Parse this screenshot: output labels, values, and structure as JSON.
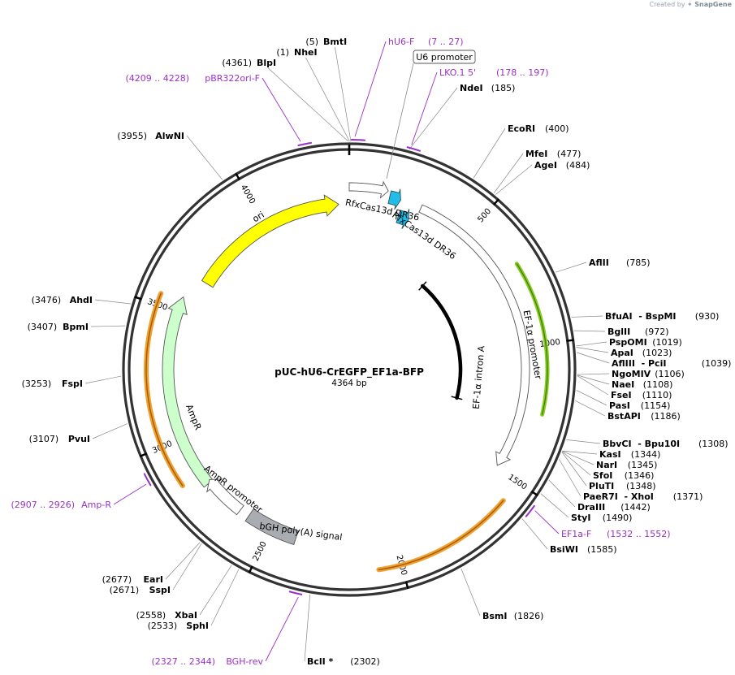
{
  "credit": {
    "prefix": "Created by",
    "brand": "SnapGene"
  },
  "map": {
    "name": "pUC-hU6-CrEGFP_EF1a-BFP",
    "length_label": "4364 bp",
    "length": 4364
  },
  "ticks": [
    {
      "pos": 500,
      "label": "500"
    },
    {
      "pos": 1000,
      "label": "1000"
    },
    {
      "pos": 1500,
      "label": "1500"
    },
    {
      "pos": 2000,
      "label": "2000"
    },
    {
      "pos": 2500,
      "label": "2500"
    },
    {
      "pos": 3000,
      "label": "3000"
    },
    {
      "pos": 3500,
      "label": "3500"
    },
    {
      "pos": 4000,
      "label": "4000"
    }
  ],
  "enzymes": [
    {
      "name": "BmtI",
      "pos": "(5)"
    },
    {
      "name": "NheI",
      "pos": "(1)"
    },
    {
      "name": "BlpI",
      "pos": "(4361)"
    },
    {
      "name": "NdeI",
      "pos": "(185)"
    },
    {
      "name": "EcoRI",
      "pos": "(400)"
    },
    {
      "name": "MfeI",
      "pos": "(477)"
    },
    {
      "name": "AgeI",
      "pos": "(484)"
    },
    {
      "name": "AflII",
      "pos": "(785)"
    },
    {
      "name": "BfuAI  - BspMI",
      "pos": "(930)"
    },
    {
      "name": "BglII",
      "pos": "(972)"
    },
    {
      "name": "PspOMI",
      "pos": "(1019)"
    },
    {
      "name": "ApaI",
      "pos": "(1023)"
    },
    {
      "name": "AflIII  - PciI",
      "pos": "(1039)"
    },
    {
      "name": "NgoMIV",
      "pos": "(1106)"
    },
    {
      "name": "NaeI",
      "pos": "(1108)"
    },
    {
      "name": "FseI",
      "pos": "(1110)"
    },
    {
      "name": "PasI",
      "pos": "(1154)"
    },
    {
      "name": "BstAPI",
      "pos": "(1186)"
    },
    {
      "name": "BbvCI  - Bpu10I",
      "pos": "(1308)"
    },
    {
      "name": "KasI",
      "pos": "(1344)"
    },
    {
      "name": "NarI",
      "pos": "(1345)"
    },
    {
      "name": "SfoI",
      "pos": "(1346)"
    },
    {
      "name": "PluTI",
      "pos": "(1348)"
    },
    {
      "name": "PaeR7I  - XhoI",
      "pos": "(1371)"
    },
    {
      "name": "DraIII",
      "pos": "(1442)"
    },
    {
      "name": "StyI",
      "pos": "(1490)"
    },
    {
      "name": "BsiWI",
      "pos": "(1585)"
    },
    {
      "name": "BsmI",
      "pos": "(1826)"
    },
    {
      "name": "BclI *",
      "pos": "(2302)"
    },
    {
      "name": "SphI",
      "pos": "(2533)"
    },
    {
      "name": "XbaI",
      "pos": "(2558)"
    },
    {
      "name": "SspI",
      "pos": "(2671)"
    },
    {
      "name": "EarI",
      "pos": "(2677)"
    },
    {
      "name": "PvuI",
      "pos": "(3107)"
    },
    {
      "name": "FspI",
      "pos": "(3253)"
    },
    {
      "name": "BpmI",
      "pos": "(3407)"
    },
    {
      "name": "AhdI",
      "pos": "(3476)"
    },
    {
      "name": "AlwNI",
      "pos": "(3955)"
    }
  ],
  "primers": [
    {
      "name": "hU6-F",
      "range": "(7 .. 27)"
    },
    {
      "name": "LKO.1 5'",
      "range": "(178 .. 197)"
    },
    {
      "name": "pBR322ori-F",
      "range": "(4209 .. 4228)"
    },
    {
      "name": "EF1a-F",
      "range": "(1532 .. 1552)"
    },
    {
      "name": "BGH-rev",
      "range": "(2327 .. 2344)"
    },
    {
      "name": "Amp-R",
      "range": "(2907 .. 2926)"
    }
  ],
  "features": {
    "u6_promoter": "U6 promoter",
    "dr1": "RfxCas13d DR36",
    "dr2": "RfxCas13d DR36",
    "ef1a_promoter": "EF-1α promoter",
    "ef1a_intron": "EF-1α intron A",
    "ori": "ori",
    "ampr": "AmpR",
    "ampr_promoter": "AmpR promoter",
    "bgh": "bGH poly(A) signal"
  },
  "colors": {
    "ori": "#ffff00",
    "ampr": "#ccffcc",
    "bgh": "#a9adb2",
    "dr": "#1fbde8",
    "primer": "#9b30c8",
    "orf_highlight": "#f0a030",
    "promoter_highlight": "#88cc22"
  }
}
